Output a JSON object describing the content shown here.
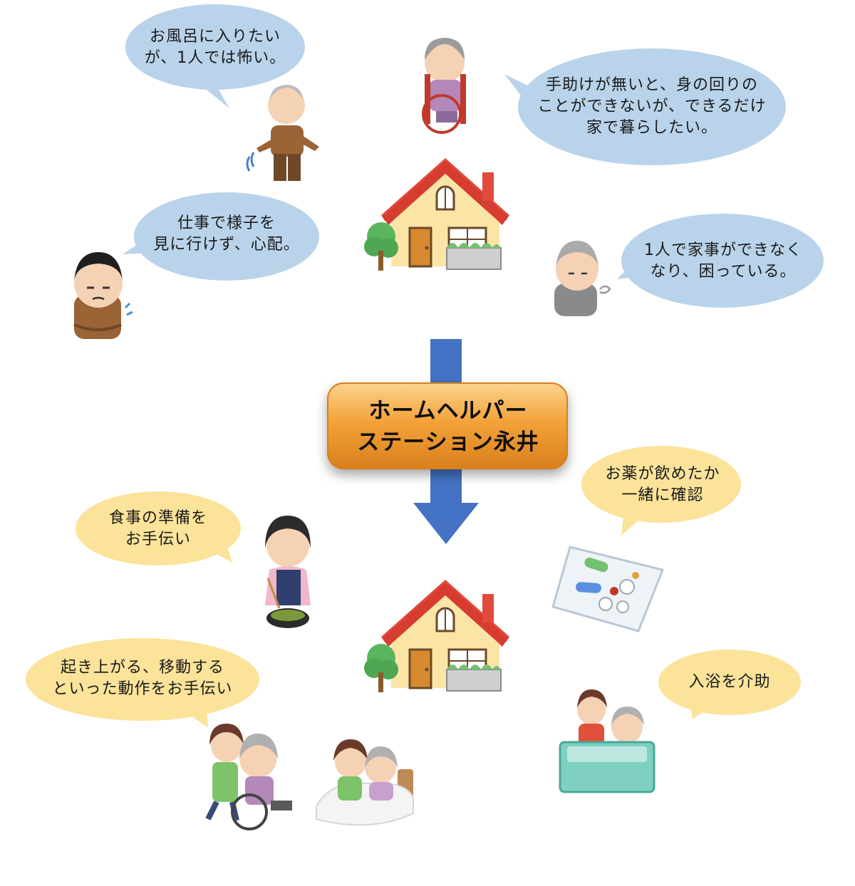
{
  "center": {
    "line1": "ホームヘルパー",
    "line2": "ステーション永井"
  },
  "concerns": {
    "bath": [
      "お風呂に入りたい",
      "が、1人では怖い。"
    ],
    "home": [
      "手助けが無いと、身の回りの",
      "ことができないが、できるだけ",
      "家で暮らしたい。"
    ],
    "work": [
      "仕事で様子を",
      "見に行けず、心配。"
    ],
    "housework": [
      "1人で家事ができなく",
      "なり、困っている。"
    ]
  },
  "services": {
    "meal": [
      "食事の準備を",
      "お手伝い"
    ],
    "medicine": [
      "お薬が飲めたか",
      "一緒に確認"
    ],
    "movement": [
      "起き上がる、移動する",
      "といった動作をお手伝い"
    ],
    "bathing": [
      "入浴を介助"
    ]
  },
  "colors": {
    "concern_bubble": "#b9d3ea",
    "service_bubble": "#fbe39a",
    "center_fill": "#f3a23a",
    "arrow": "#4472c4",
    "house_roof": "#e04b3c",
    "house_wall": "#fbe5a6",
    "tree": "#5bb55e"
  }
}
